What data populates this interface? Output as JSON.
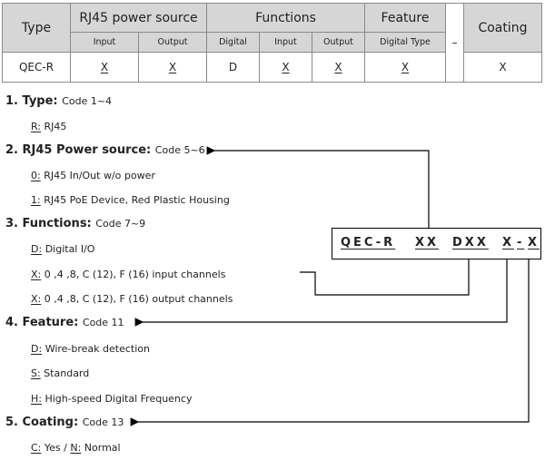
{
  "table": {
    "headers": {
      "type": "Type",
      "rj45": "RJ45 power source",
      "functions": "Functions",
      "feature": "Feature",
      "dash": "–",
      "coating": "Coating"
    },
    "subheaders": {
      "rj45_input": "Input",
      "rj45_output": "Output",
      "digital": "Digital",
      "func_input": "Input",
      "func_output": "Output",
      "digital_type": "Digital Type"
    },
    "values": {
      "type": "QEC-R",
      "rj45_input": "X",
      "rj45_output": "X",
      "digital": "D",
      "func_input": "X",
      "func_output": "X",
      "feature": "X",
      "coating": "X"
    }
  },
  "sections": {
    "type": {
      "title": "1. Type:",
      "code": "Code 1~4",
      "items": [
        {
          "key": "R:",
          "text": "RJ45"
        }
      ]
    },
    "rj45": {
      "title": "2. RJ45 Power source:",
      "code": "Code 5~6",
      "items": [
        {
          "key": "0:",
          "text": "RJ45 In/Out w/o power"
        },
        {
          "key": "1:",
          "text": "RJ45 PoE Device, Red Plastic Housing"
        }
      ]
    },
    "functions": {
      "title": "3. Functions:",
      "code": "Code 7~9",
      "items": [
        {
          "key": "D:",
          "text": "Digital I/O"
        },
        {
          "key": "X:",
          "text": "0 ,4 ,8, C (12), F (16) input channels"
        },
        {
          "key": "X:",
          "text": "0 ,4 ,8, C (12), F (16) output channels"
        }
      ]
    },
    "feature": {
      "title": "4. Feature:",
      "code": "Code 11",
      "items": [
        {
          "key": "D:",
          "text": "Wire-break detection"
        },
        {
          "key": "S:",
          "text": "Standard"
        },
        {
          "key": "H:",
          "text": "High-speed Digital Frequency"
        }
      ]
    },
    "coating": {
      "title": "5. Coating:",
      "code": "Code 13",
      "items": [
        {
          "key": "C:",
          "text": "Yes / ",
          "key2": "N:",
          "text2": "Normal"
        }
      ]
    }
  },
  "code_box": {
    "part_type": "QEC-R",
    "part_rj45": "XX",
    "part_functions": "DXX",
    "part_feature": "X",
    "part_dash": "-",
    "part_coating": "X"
  }
}
